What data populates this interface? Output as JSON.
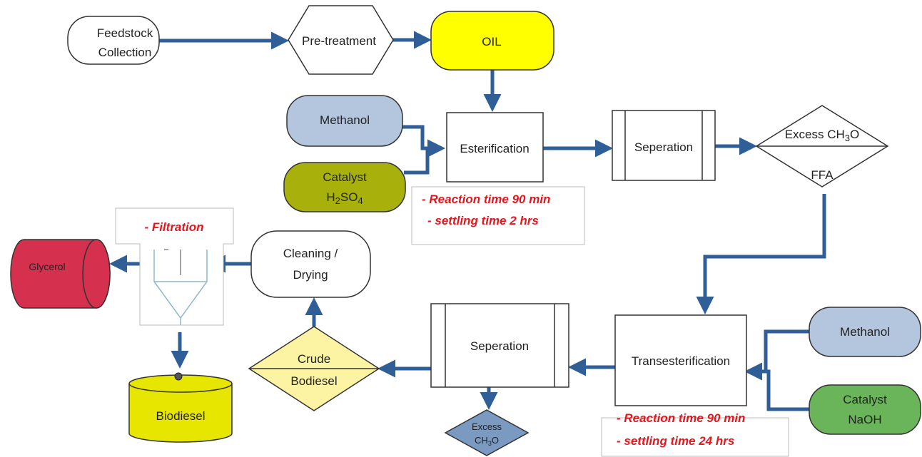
{
  "nodes": {
    "feedstock": {
      "line1": "Feedstock",
      "line2": "Collection"
    },
    "pretreatment": {
      "label": "Pre-treatment"
    },
    "oil": {
      "label": "OIL"
    },
    "methanol_top": {
      "label": "Methanol"
    },
    "catalyst_top": {
      "line1": "Catalyst",
      "formula_main": "H",
      "formula_sub1": "2",
      "formula_mid": "SO",
      "formula_sub2": "4"
    },
    "esterification": {
      "label": "Esterification"
    },
    "separation_top": {
      "label": "Seperation"
    },
    "decision": {
      "top_main": "Excess CH",
      "top_sub": "3",
      "top_end": "O",
      "bottom": "FFA"
    },
    "transesterification": {
      "label": "Transesterification"
    },
    "methanol_bottom": {
      "label": "Methanol"
    },
    "catalyst_bottom": {
      "line1": "Catalyst",
      "line2": "NaOH"
    },
    "separation_bottom": {
      "label": "Seperation"
    },
    "excess_out": {
      "line1": "Excess",
      "line2_main": "CH",
      "line2_sub": "3",
      "line2_end": "O"
    },
    "crude": {
      "line1": "Crude",
      "line2": "Bodiesel"
    },
    "cleaning": {
      "line1": "Cleaning /",
      "line2": "Drying"
    },
    "glycerol": {
      "label": "Glycerol"
    },
    "biodiesel": {
      "label": "Biodiesel"
    }
  },
  "notes": {
    "esterification": {
      "line1": "- Reaction time 90 min",
      "line2": "- settling time   2 hrs"
    },
    "transesterification": {
      "line1": "- Reaction time 90 min",
      "line2": "- settling time   24 hrs"
    },
    "filtration": {
      "label": "- Filtration"
    }
  },
  "colors": {
    "arrow": "#2f5f96",
    "oil": "#ffff00",
    "methanol": "#b3c6de",
    "catalyst_acid": "#a8b00c",
    "catalyst_base": "#6ab45a",
    "glycerol": "#d6304f",
    "biodiesel": "#e6e600",
    "crude": "#fdf4a3",
    "excess": "#7a9ac2",
    "note_text": "#e8141c"
  }
}
